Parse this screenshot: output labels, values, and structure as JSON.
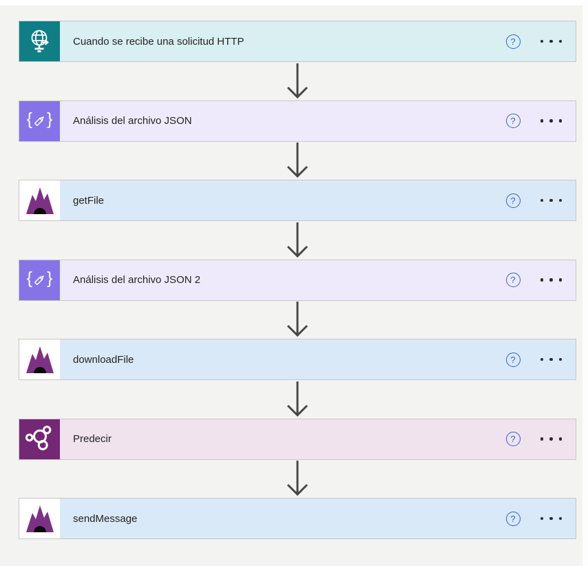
{
  "flow": {
    "help_label": "?",
    "steps": [
      {
        "label": "Cuando se recibe una solicitud HTTP",
        "icon": "http-request-trigger-icon",
        "tile_color": "#0f7e85",
        "row_color": "#d9eff2"
      },
      {
        "label": "Análisis del archivo JSON",
        "icon": "parse-json-icon",
        "tile_color": "#8673e8",
        "row_color": "#efeafb"
      },
      {
        "label": "getFile",
        "icon": "custom-connector-cave-icon",
        "tile_color": "#ffffff",
        "row_color": "#d9e9f7"
      },
      {
        "label": "Análisis del archivo JSON 2",
        "icon": "parse-json-icon",
        "tile_color": "#8673e8",
        "row_color": "#efeafb"
      },
      {
        "label": "downloadFile",
        "icon": "custom-connector-cave-icon",
        "tile_color": "#ffffff",
        "row_color": "#d9e9f7"
      },
      {
        "label": "Predecir",
        "icon": "ai-builder-predict-icon",
        "tile_color": "#742774",
        "row_color": "#f0e3ee"
      },
      {
        "label": "sendMessage",
        "icon": "custom-connector-cave-icon",
        "tile_color": "#ffffff",
        "row_color": "#d9e9f7"
      }
    ]
  },
  "colors": {
    "arrow": "#474747",
    "help_blue": "#2a63d4",
    "card_border": "#c7c6c5",
    "text": "#242424",
    "cave_purple": "#7d3184",
    "cave_entrance": "#0a0a0a"
  }
}
